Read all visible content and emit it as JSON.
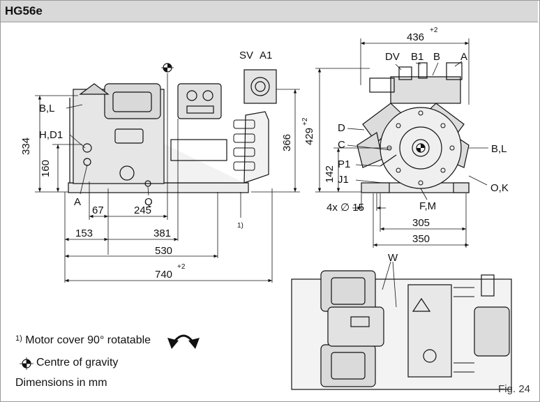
{
  "header": {
    "model": "HG56e"
  },
  "side_view": {
    "top_labels": [
      "SV",
      "A1"
    ],
    "left_labels": [
      "B,L",
      "H,D1"
    ],
    "bottom_labels": [
      "A",
      "Q"
    ],
    "footnote_ref": "1)",
    "vertical_dims": [
      "334",
      "160",
      "366",
      "429"
    ],
    "vertical_dim_sup": "+2",
    "horizontal_dims": [
      "67",
      "245",
      "153",
      "381",
      "530",
      "740"
    ],
    "horizontal_dim_sup": "+2"
  },
  "front_view": {
    "top_dim": "436",
    "top_dim_sup": "+2",
    "top_labels": [
      "DV",
      "B1",
      "B",
      "A"
    ],
    "left_labels": [
      "D",
      "C",
      "P1",
      "J1"
    ],
    "right_labels": [
      "B,L",
      "O,K"
    ],
    "bottom_label": "F,M",
    "vertical_dim": "142",
    "holes": "4x ∅ 15",
    "horizontal_dims": [
      "305",
      "350"
    ]
  },
  "top_view": {
    "label": "W"
  },
  "notes": {
    "footnote_num": "1)",
    "footnote_text": "Motor cover 90° rotatable",
    "cog_text": "Centre of gravity",
    "units_text": "Dimensions in mm"
  },
  "figure_label": "Fig. 24"
}
